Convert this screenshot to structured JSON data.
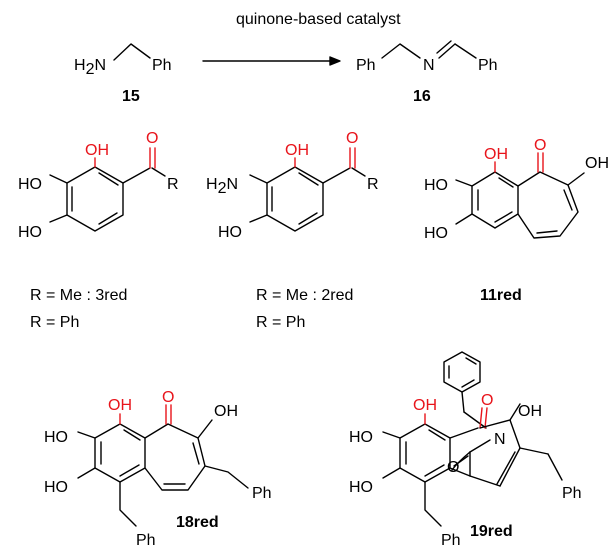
{
  "reaction": {
    "catalyst_label": "quinone-based catalyst",
    "reactant": {
      "amine": "H",
      "amine_sub": "2",
      "amine_n": "N",
      "ph": "Ph",
      "number": "15"
    },
    "product": {
      "ph_left": "Ph",
      "n": "N",
      "ph_right": "Ph",
      "number": "16"
    }
  },
  "compounds": {
    "c3red": {
      "oh_top": "OH",
      "ho_mid": "HO",
      "ho_bot": "HO",
      "o": "O",
      "r": "R",
      "line1_prefix": "R = Me : ",
      "line1_id": "3red",
      "line2": "R = Ph"
    },
    "c2red": {
      "oh_top": "OH",
      "h2n": "H",
      "h2n_sub": "2",
      "h2n_n": "N",
      "ho_bot": "HO",
      "o": "O",
      "r": "R",
      "line1_prefix": "R = Me : ",
      "line1_id": "2red",
      "line2": "R = Ph"
    },
    "c11red": {
      "oh_top": "OH",
      "o": "O",
      "oh_right": "OH",
      "ho_mid": "HO",
      "ho_bot": "HO",
      "id": "11red"
    },
    "c18red": {
      "oh_top": "OH",
      "o": "O",
      "oh_right": "OH",
      "ho_mid": "HO",
      "ho_bot": "HO",
      "ph_right": "Ph",
      "ph_bot": "Ph",
      "id": "18red"
    },
    "c19red": {
      "oh_top": "OH",
      "o": "O",
      "oh_right": "OH",
      "ho_mid": "HO",
      "ho_bot": "HO",
      "o_left": "O",
      "n": "N",
      "ph_right": "Ph",
      "ph_bot": "Ph",
      "id": "19red"
    }
  },
  "colors": {
    "highlight": "#e8141b",
    "ink": "#000000"
  }
}
